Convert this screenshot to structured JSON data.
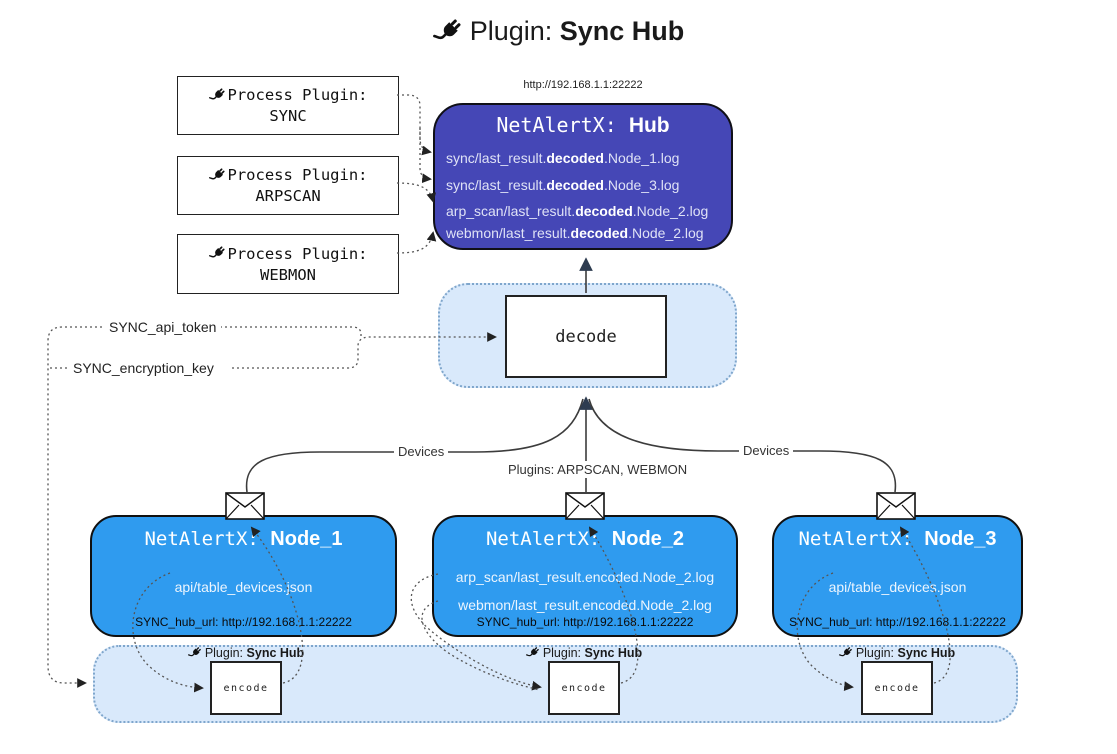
{
  "title": {
    "label_prefix": "Plugin:",
    "label_bold": "Sync Hub"
  },
  "process_plugins": [
    {
      "label": "Process Plugin:",
      "name": "SYNC"
    },
    {
      "label": "Process Plugin:",
      "name": "ARPSCAN"
    },
    {
      "label": "Process Plugin:",
      "name": "WEBMON"
    }
  ],
  "hub": {
    "url": "http://192.168.1.1:22222",
    "title_prefix": "NetAlertX:",
    "title_bold": "Hub",
    "logs": [
      {
        "pre": "sync/last_result.",
        "bold": "decoded",
        "post": ".Node_1.log"
      },
      {
        "pre": "sync/last_result.",
        "bold": "decoded",
        "post": ".Node_3.log"
      },
      {
        "pre": "arp_scan/last_result.",
        "bold": "decoded",
        "post": ".Node_2.log"
      },
      {
        "pre": "webmon/last_result.",
        "bold": "decoded",
        "post": ".Node_2.log"
      }
    ]
  },
  "decode_area": {
    "box_label": "decode"
  },
  "secrets": {
    "api_token": "SYNC_api_token",
    "encryption_key": "SYNC_encryption_key"
  },
  "edge_labels": {
    "devices_left": "Devices",
    "plugins_center": "Plugins: ARPSCAN, WEBMON",
    "devices_right": "Devices"
  },
  "nodes": [
    {
      "title_prefix": "NetAlertX:",
      "title_bold": "Node_1",
      "files": [
        "api/table_devices.json"
      ],
      "hub_url": "SYNC_hub_url: http://192.168.1.1:22222"
    },
    {
      "title_prefix": "NetAlertX:",
      "title_bold": "Node_2",
      "files": [
        "arp_scan/last_result.encoded.Node_2.log",
        "webmon/last_result.encoded.Node_2.log"
      ],
      "hub_url": "SYNC_hub_url: http://192.168.1.1:22222"
    },
    {
      "title_prefix": "NetAlertX:",
      "title_bold": "Node_3",
      "files": [
        "api/table_devices.json"
      ],
      "hub_url": "SYNC_hub_url: http://192.168.1.1:22222"
    }
  ],
  "encode_area": {
    "plugin_prefix": "Plugin:",
    "plugin_bold": "Sync Hub",
    "box_label": "encode"
  },
  "colors": {
    "hub_fill": "#4547b6",
    "node_fill": "#2f9bef",
    "panel_fill": "#d9e9fb",
    "panel_border": "#7fa6cc",
    "background": "#ffffff"
  }
}
